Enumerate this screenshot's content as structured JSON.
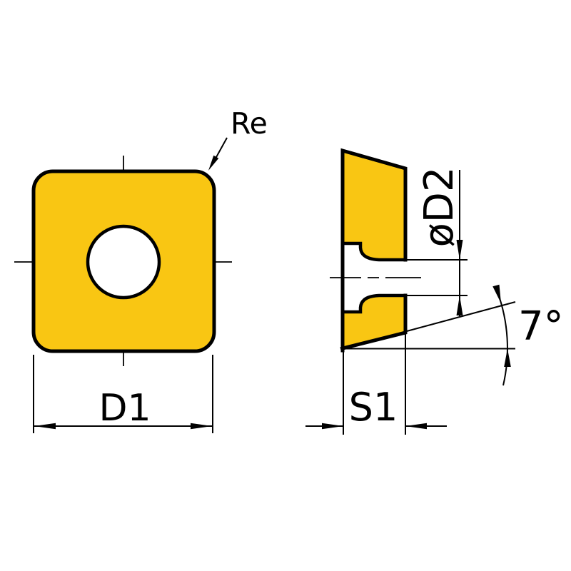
{
  "drawing": {
    "colors": {
      "insert_fill": "#F9C613",
      "hole_fill": "#FFFFFF",
      "line": "#000000",
      "background": "#FFFFFF"
    },
    "labels": {
      "corner_radius": "Re",
      "width": "D1",
      "hole_diameter": "øD2",
      "thickness": "S1",
      "clearance_angle": "7°"
    }
  }
}
